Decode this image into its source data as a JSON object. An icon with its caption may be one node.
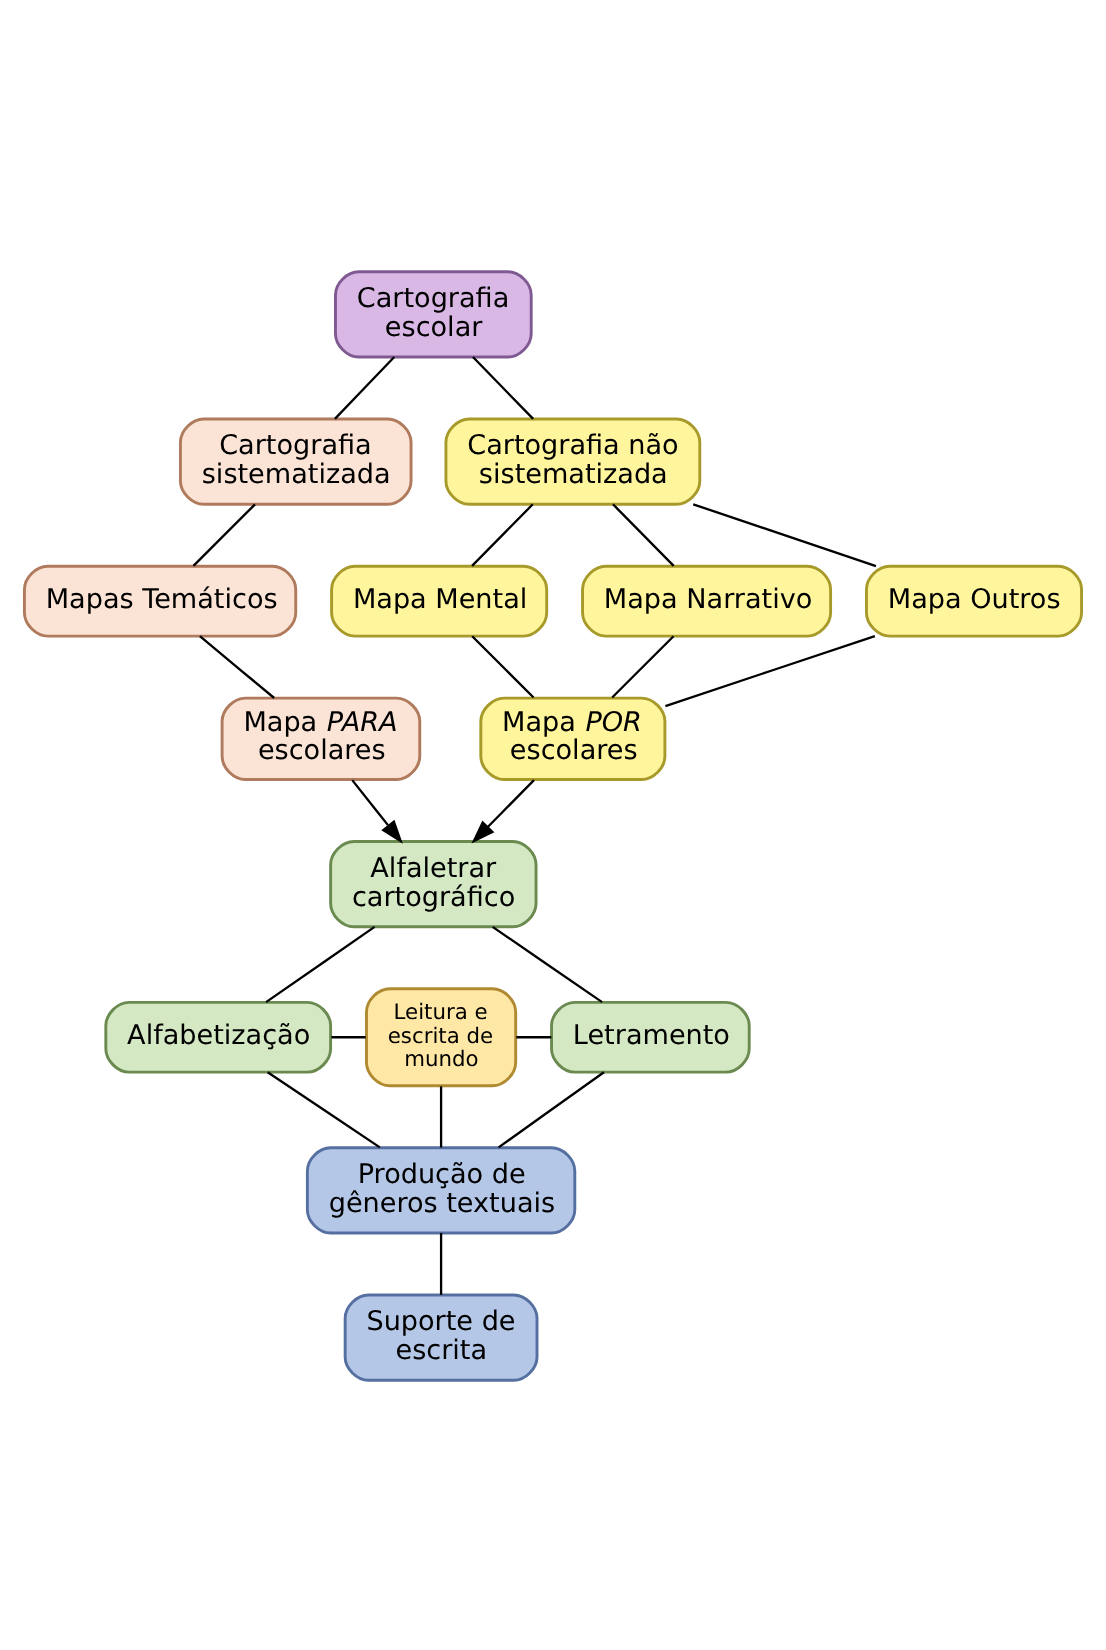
{
  "diagram": {
    "nodes": [
      {
        "text": [
          "Cartografia escolar"
        ]
      },
      {
        "text": [
          "Cartografia sistematizada"
        ]
      },
      {
        "text": [
          "Cartografia não sistematizada"
        ]
      },
      {
        "text": [
          "Mapas Temáticos"
        ]
      },
      {
        "text": [
          "Mapa Mental"
        ]
      },
      {
        "text": [
          "Mapa Narrativo"
        ]
      },
      {
        "text": [
          "Mapa Outros"
        ]
      },
      {
        "text": [
          "Mapa *PARA* escolares"
        ]
      },
      {
        "text": [
          "Mapa *POR* escolares"
        ]
      },
      {
        "text": [
          "Alfaletrar cartográfico"
        ]
      },
      {
        "text": [
          "Alfabetização"
        ]
      },
      {
        "text": [
          "Leitura e escrita de mundo"
        ]
      },
      {
        "text": [
          "Letramento"
        ]
      },
      {
        "text": [
          "Produção de gêneros textuais"
        ]
      },
      {
        "text": [
          "Suporte de escrita"
        ]
      }
    ],
    "edges": [
      {
        "from": 0,
        "to": 1,
        "arrow": "none"
      },
      {
        "from": 0,
        "to": 2,
        "arrow": "none"
      },
      {
        "from": 1,
        "to": 3,
        "arrow": "none"
      },
      {
        "from": 2,
        "to": 4,
        "arrow": "none"
      },
      {
        "from": 2,
        "to": 5,
        "arrow": "none"
      },
      {
        "from": 2,
        "to": 6,
        "arrow": "none"
      },
      {
        "from": 3,
        "to": 7,
        "arrow": "none"
      },
      {
        "from": 4,
        "to": 8,
        "arrow": "none"
      },
      {
        "from": 5,
        "to": 8,
        "arrow": "none"
      },
      {
        "from": 6,
        "to": 8,
        "arrow": "none"
      },
      {
        "from": 7,
        "to": 9,
        "arrow": "to"
      },
      {
        "from": 8,
        "to": 9,
        "arrow": "to"
      },
      {
        "from": 9,
        "to": 10,
        "arrow": "none"
      },
      {
        "from": 9,
        "to": 12,
        "arrow": "none"
      },
      {
        "from": 10,
        "to": 11,
        "arrow": "none"
      },
      {
        "from": 11,
        "to": 12,
        "arrow": "none"
      },
      {
        "from": 10,
        "to": 13,
        "arrow": "none"
      },
      {
        "from": 11,
        "to": 13,
        "arrow": "none"
      },
      {
        "from": 12,
        "to": 13,
        "arrow": "none"
      },
      {
        "from": 13,
        "to": 14,
        "arrow": "none"
      }
    ]
  }
}
